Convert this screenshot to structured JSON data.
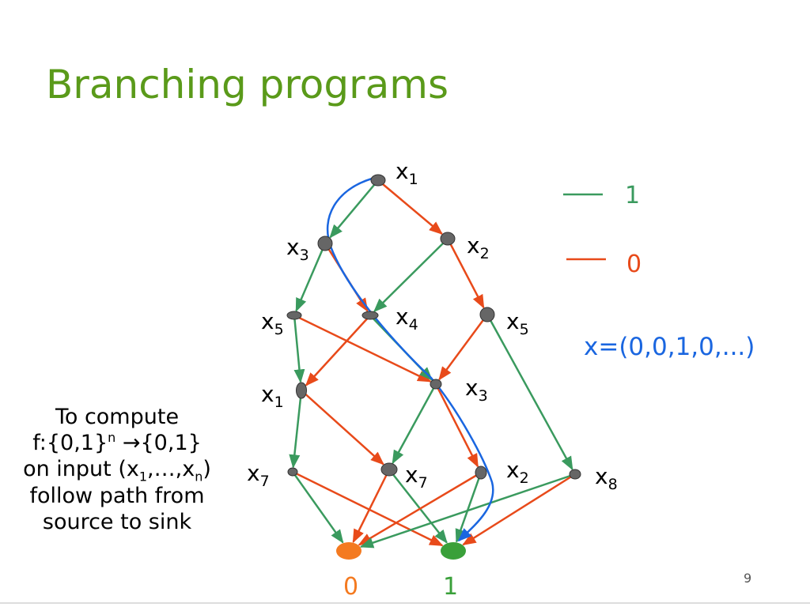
{
  "title": "Branching programs",
  "colors": {
    "title": "#5a9a1a",
    "edge_one": "#3a9a5e",
    "edge_zero": "#e84a1a",
    "path": "#1a66e0",
    "node": "#666666",
    "sink_zero": "#f47a20",
    "sink_one": "#3aa03a",
    "assignment": "#1a66e0"
  },
  "legend": {
    "one_label": "1",
    "zero_label": "0"
  },
  "assignment": "x=(0,0,1,0,...)",
  "note": {
    "line1": "To compute",
    "line2_prefix": "f:{0,1}",
    "line2_sup": "n",
    "line2_arrow": "→",
    "line2_suffix": "{0,1}",
    "line3_prefix": "on input (x",
    "line3_sub1": "1",
    "line3_mid": ",…,x",
    "line3_sub2": "n",
    "line3_suffix": ")",
    "line4": "follow path from",
    "line5": "source to sink"
  },
  "nodes": [
    {
      "id": "n1",
      "var": "x",
      "index": "1"
    },
    {
      "id": "n2",
      "var": "x",
      "index": "3"
    },
    {
      "id": "n3",
      "var": "x",
      "index": "2"
    },
    {
      "id": "n4",
      "var": "x",
      "index": "5"
    },
    {
      "id": "n5",
      "var": "x",
      "index": "4"
    },
    {
      "id": "n6",
      "var": "x",
      "index": "5"
    },
    {
      "id": "n7",
      "var": "x",
      "index": "1"
    },
    {
      "id": "n8",
      "var": "x",
      "index": "3"
    },
    {
      "id": "n9",
      "var": "x",
      "index": "7"
    },
    {
      "id": "n10",
      "var": "x",
      "index": "7"
    },
    {
      "id": "n11",
      "var": "x",
      "index": "2"
    },
    {
      "id": "n12",
      "var": "x",
      "index": "8"
    }
  ],
  "sinks": [
    {
      "id": "s0",
      "label": "0"
    },
    {
      "id": "s1",
      "label": "1"
    }
  ],
  "edges": [
    {
      "from": "n1",
      "to": "n2",
      "value": 1
    },
    {
      "from": "n1",
      "to": "n3",
      "value": 0
    },
    {
      "from": "n2",
      "to": "n4",
      "value": 1
    },
    {
      "from": "n2",
      "to": "n5",
      "value": 0
    },
    {
      "from": "n3",
      "to": "n5",
      "value": 1
    },
    {
      "from": "n3",
      "to": "n6",
      "value": 0
    },
    {
      "from": "n4",
      "to": "n7",
      "value": 1
    },
    {
      "from": "n4",
      "to": "n8",
      "value": 0
    },
    {
      "from": "n5",
      "to": "n8",
      "value": 1
    },
    {
      "from": "n5",
      "to": "n7",
      "value": 0
    },
    {
      "from": "n6",
      "to": "n12",
      "value": 1
    },
    {
      "from": "n6",
      "to": "n8",
      "value": 0
    },
    {
      "from": "n7",
      "to": "n9",
      "value": 1
    },
    {
      "from": "n7",
      "to": "n10",
      "value": 0
    },
    {
      "from": "n8",
      "to": "n10",
      "value": 1
    },
    {
      "from": "n8",
      "to": "n11",
      "value": 0
    },
    {
      "from": "n9",
      "to": "s0",
      "value": 1
    },
    {
      "from": "n9",
      "to": "s1",
      "value": 0
    },
    {
      "from": "n10",
      "to": "s1",
      "value": 1
    },
    {
      "from": "n10",
      "to": "s0",
      "value": 0
    },
    {
      "from": "n11",
      "to": "s1",
      "value": 1
    },
    {
      "from": "n11",
      "to": "s0",
      "value": 0
    },
    {
      "from": "n12",
      "to": "s0",
      "value": 1
    },
    {
      "from": "n12",
      "to": "s1",
      "value": 0
    }
  ],
  "highlighted_path": [
    "n1",
    "n2",
    "n5",
    "n8",
    "n11",
    "s1"
  ]
}
